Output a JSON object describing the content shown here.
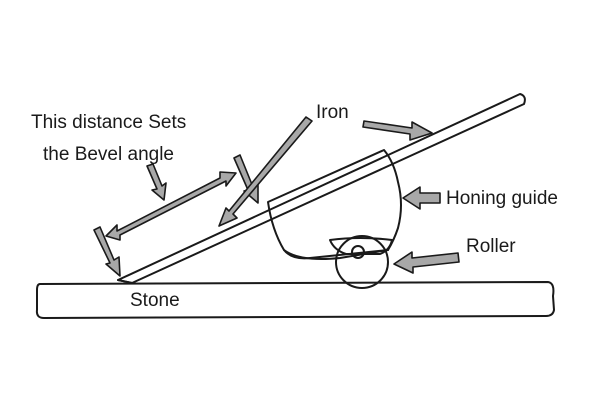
{
  "labels": {
    "distance_line1": "This distance Sets",
    "distance_line2": "the Bevel angle",
    "iron": "Iron",
    "honing_guide": "Honing guide",
    "roller": "Roller",
    "stone": "Stone"
  },
  "colors": {
    "ink": "#1a1a1a",
    "arrow_fill": "#a8a8a8",
    "background": "#ffffff"
  }
}
